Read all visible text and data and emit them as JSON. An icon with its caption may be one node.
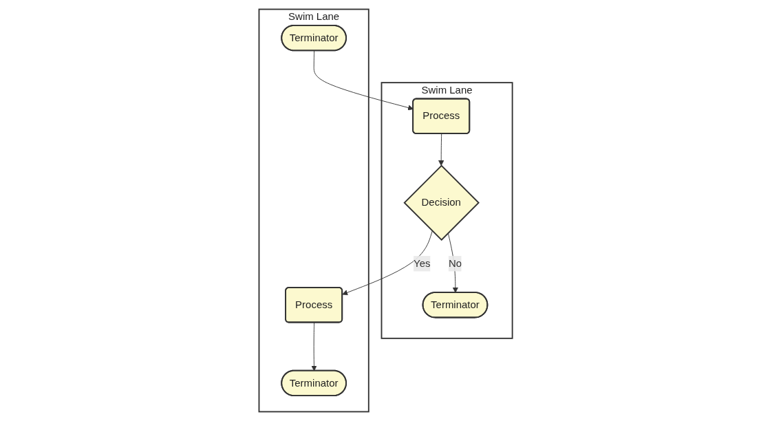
{
  "diagram": {
    "nodes": [
      {
        "text": [
          "Swim Lane"
        ]
      },
      {
        "text": [
          "Process"
        ],
        "in": 0
      },
      {
        "text": [
          "Decision"
        ],
        "in": 0
      },
      {
        "text": [
          "Terminator"
        ],
        "in": 0
      },
      {
        "text": [
          "Swim Lane"
        ]
      },
      {
        "text": [
          "Terminator"
        ],
        "in": 4
      },
      {
        "text": [
          "Process"
        ],
        "in": 4
      },
      {
        "text": [
          "Terminator"
        ],
        "in": 4
      }
    ],
    "edges": [
      {
        "from": 5,
        "to": 1,
        "arrow": "to"
      },
      {
        "from": 1,
        "to": 2,
        "arrow": "to"
      },
      {
        "from": 2,
        "to": 3,
        "arrow": "to",
        "label": "No"
      },
      {
        "from": 2,
        "to": 6,
        "arrow": "to",
        "label": "Yes"
      },
      {
        "from": 6,
        "to": 7,
        "arrow": "to"
      }
    ]
  }
}
